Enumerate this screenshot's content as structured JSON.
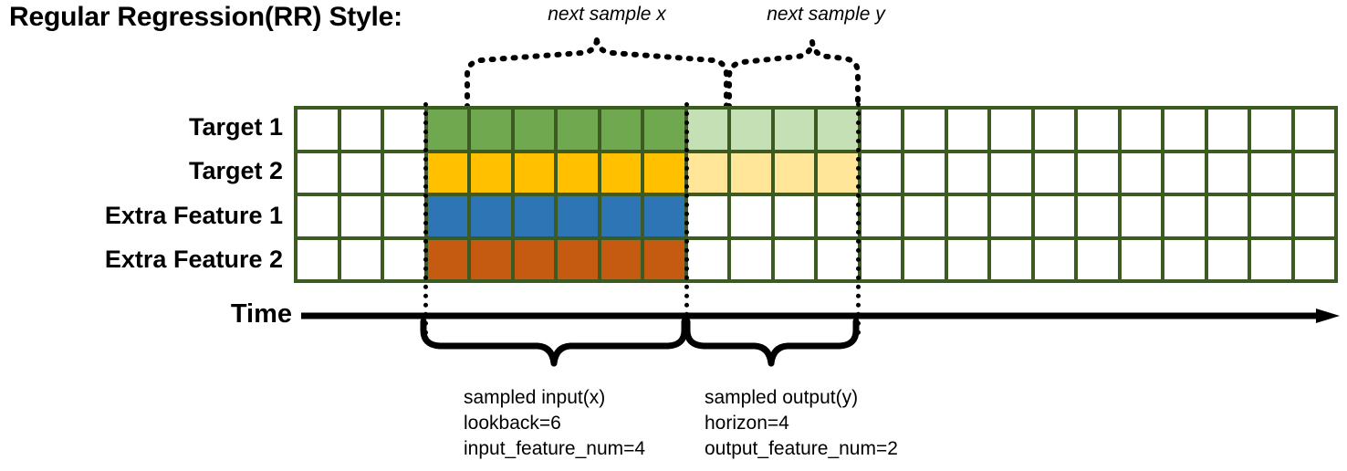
{
  "title": "Regular Regression(RR) Style:",
  "top_captions": {
    "x": "next sample x",
    "y": "next sample y"
  },
  "row_labels": [
    "Target 1",
    "Target 2",
    "Extra Feature 1",
    "Extra Feature 2"
  ],
  "axis": {
    "label": "Time"
  },
  "notes": {
    "input": {
      "line1": "sampled input(x)",
      "line2": "lookback=6",
      "line3": "input_feature_num=4"
    },
    "output": {
      "line1": "sampled output(y)",
      "line2": "horizon=4",
      "line3": "output_feature_num=2"
    }
  },
  "chart_data": {
    "type": "heatmap",
    "title": "Regular Regression(RR) Style:",
    "xlabel": "Time",
    "ylabel": "",
    "columns": 24,
    "rows": 4,
    "row_names": [
      "Target 1",
      "Target 2",
      "Extra Feature 1",
      "Extra Feature 2"
    ],
    "lookback": 6,
    "horizon": 4,
    "input_feature_num": 4,
    "output_feature_num": 2,
    "input_start_col": 3,
    "input_end_col": 8,
    "output_start_col": 9,
    "output_end_col": 12,
    "legend": [
      {
        "name": "input-target-1",
        "color": "#6FA84F"
      },
      {
        "name": "output-target-1",
        "color": "#C5E0B4"
      },
      {
        "name": "input-target-2",
        "color": "#FFC000"
      },
      {
        "name": "output-target-2",
        "color": "#FFE699"
      },
      {
        "name": "input-extra-feature-1",
        "color": "#2E75B6"
      },
      {
        "name": "input-extra-feature-2",
        "color": "#C55A11"
      },
      {
        "name": "empty-cell",
        "color": "#FFFFFF"
      },
      {
        "name": "grid-line",
        "color": "#3C5B22"
      }
    ],
    "cells": [
      [
        "empty",
        "empty",
        "empty",
        "green",
        "green",
        "green",
        "green",
        "green",
        "green",
        "lgreen",
        "lgreen",
        "lgreen",
        "lgreen",
        "empty",
        "empty",
        "empty",
        "empty",
        "empty",
        "empty",
        "empty",
        "empty",
        "empty",
        "empty",
        "empty"
      ],
      [
        "empty",
        "empty",
        "empty",
        "yellow",
        "yellow",
        "yellow",
        "yellow",
        "yellow",
        "yellow",
        "lyellow",
        "lyellow",
        "lyellow",
        "lyellow",
        "empty",
        "empty",
        "empty",
        "empty",
        "empty",
        "empty",
        "empty",
        "empty",
        "empty",
        "empty",
        "empty"
      ],
      [
        "empty",
        "empty",
        "empty",
        "blue",
        "blue",
        "blue",
        "blue",
        "blue",
        "blue",
        "empty",
        "empty",
        "empty",
        "empty",
        "empty",
        "empty",
        "empty",
        "empty",
        "empty",
        "empty",
        "empty",
        "empty",
        "empty",
        "empty",
        "empty"
      ],
      [
        "empty",
        "empty",
        "empty",
        "orange",
        "orange",
        "orange",
        "orange",
        "orange",
        "orange",
        "empty",
        "empty",
        "empty",
        "empty",
        "empty",
        "empty",
        "empty",
        "empty",
        "empty",
        "empty",
        "empty",
        "empty",
        "empty",
        "empty",
        "empty"
      ]
    ],
    "annotations": [
      {
        "text": "next sample x",
        "span_cols": [
          3,
          8
        ],
        "position": "top"
      },
      {
        "text": "next sample y",
        "span_cols": [
          9,
          12
        ],
        "position": "top"
      },
      {
        "text": "sampled input(x) lookback=6 input_feature_num=4",
        "span_cols": [
          3,
          8
        ],
        "position": "bottom"
      },
      {
        "text": "sampled output(y) horizon=4 output_feature_num=2",
        "span_cols": [
          9,
          12
        ],
        "position": "bottom"
      }
    ]
  }
}
